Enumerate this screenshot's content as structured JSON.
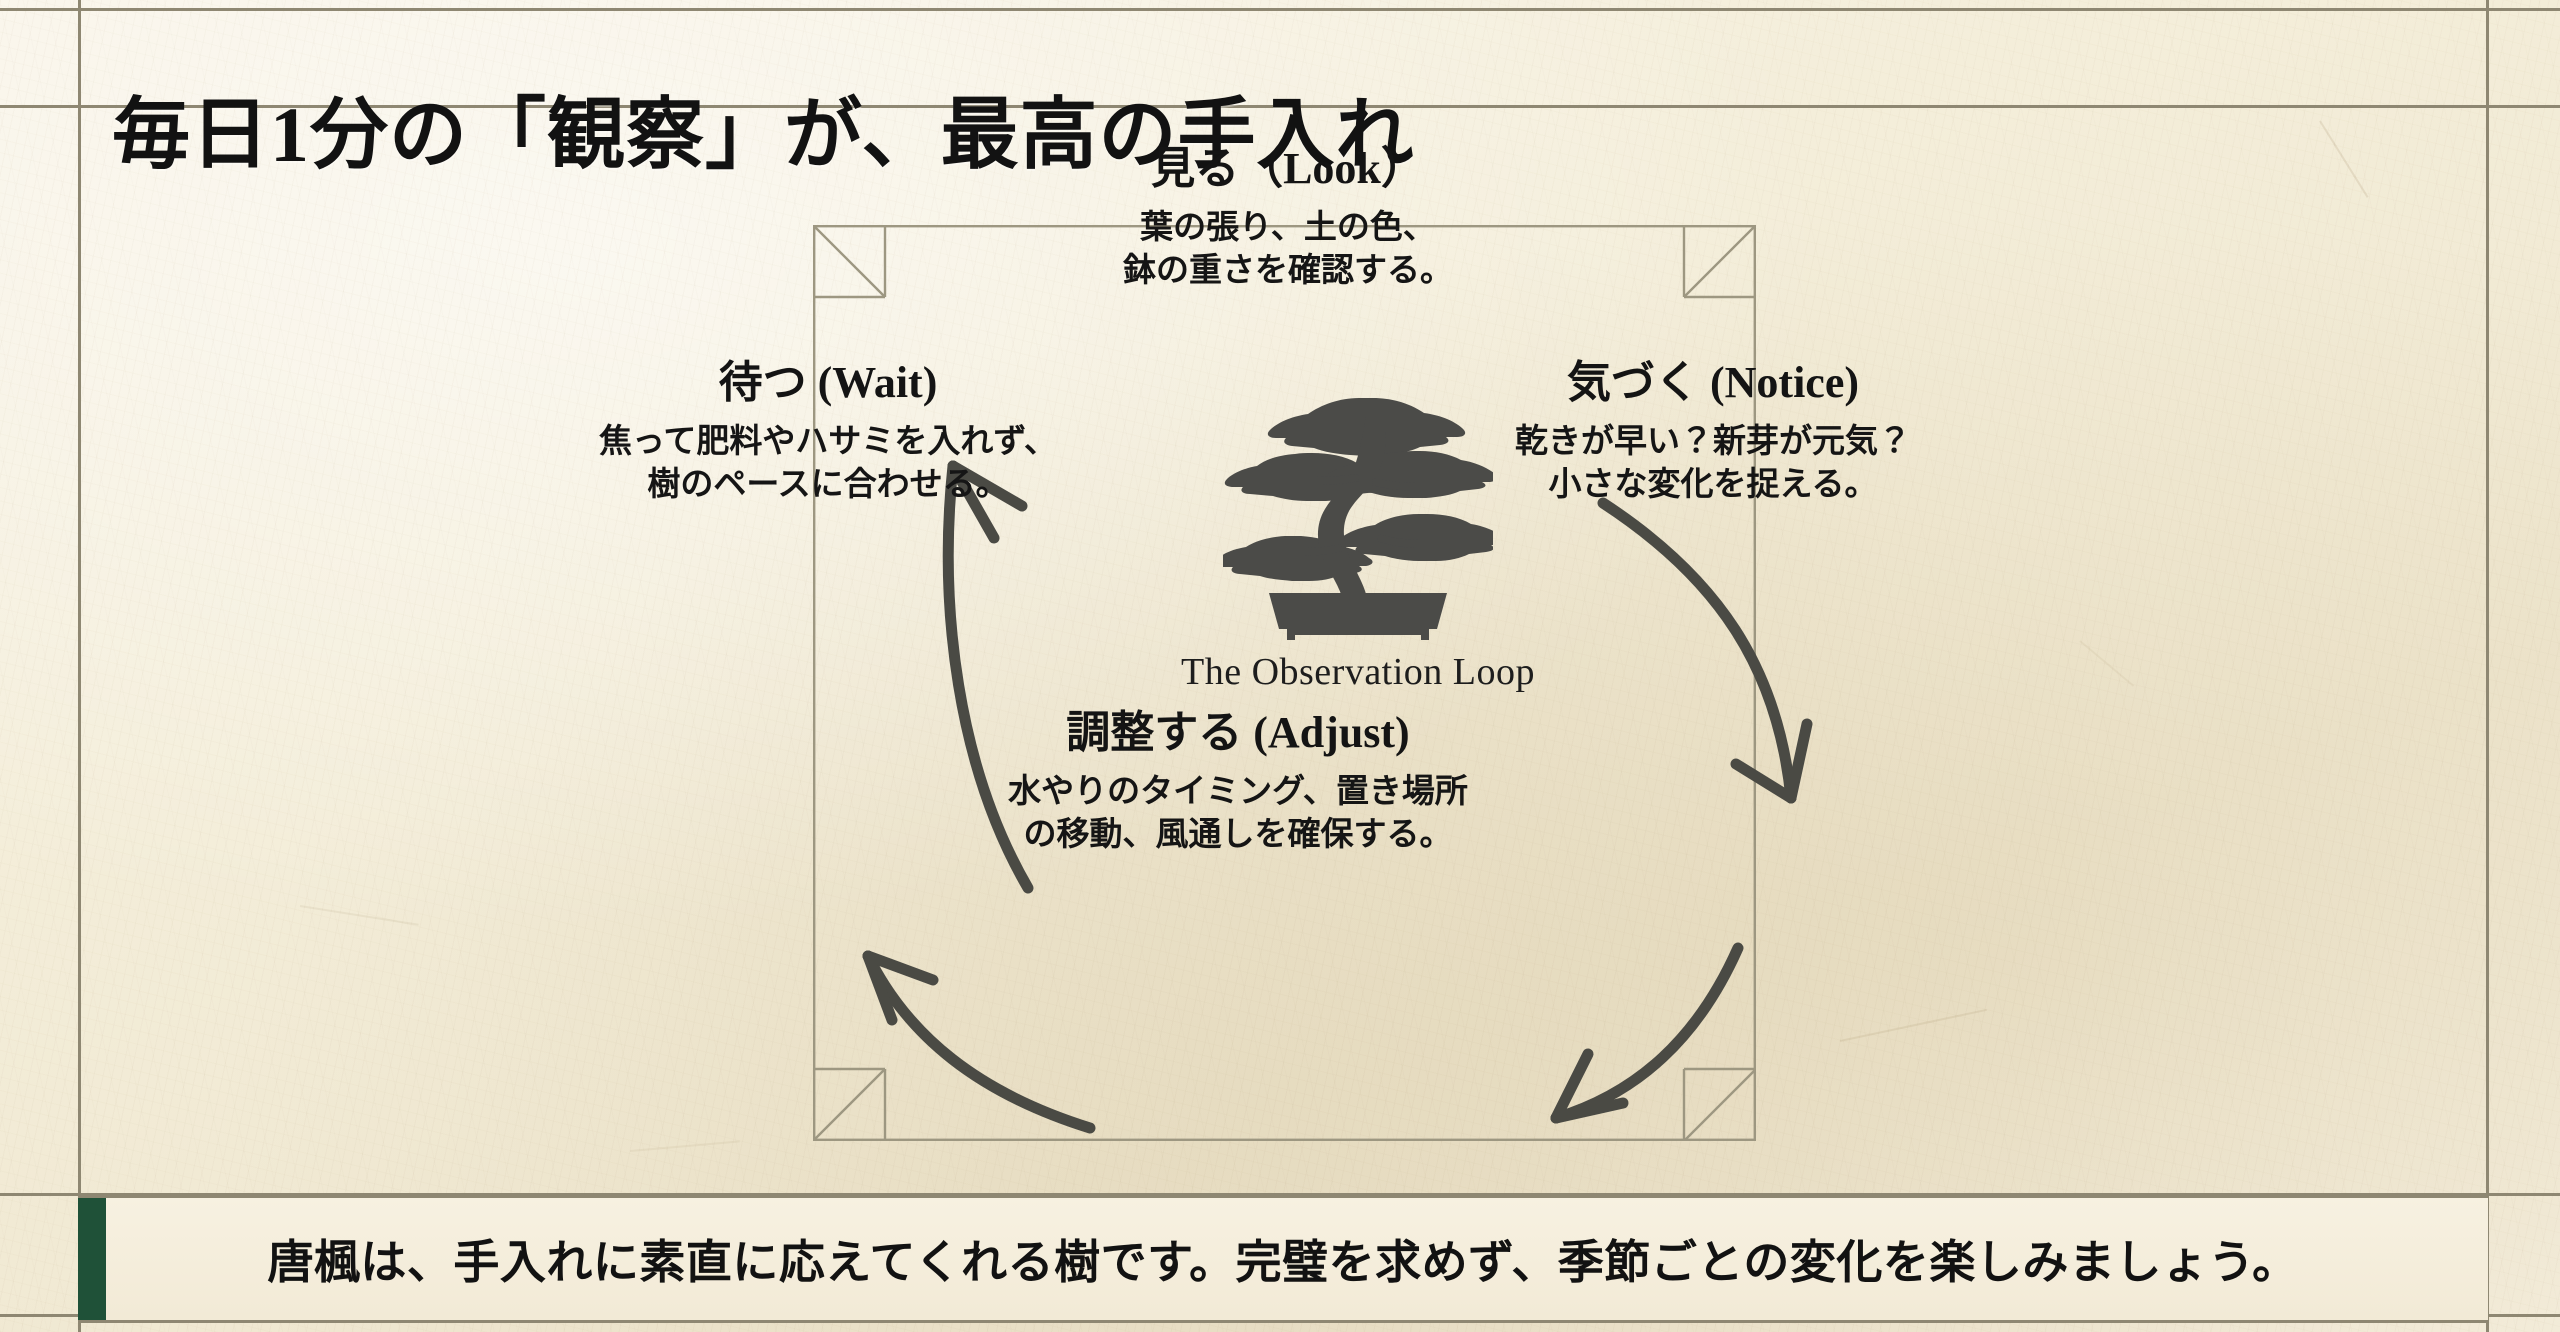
{
  "header": {
    "title": "毎日1分の「観察」が、最高の手入れ"
  },
  "diagram": {
    "center_label": "The Observation Loop",
    "center_icon": "bonsai-tree-silhouette",
    "nodes": [
      {
        "id": "look",
        "title": "見る（Look）",
        "description": "葉の張り、土の色、\n鉢の重さを確認する。"
      },
      {
        "id": "notice",
        "title": "気づく (Notice)",
        "description": "乾きが早い？新芽が元気？\n小さな変化を捉える。"
      },
      {
        "id": "adjust",
        "title": "調整する (Adjust)",
        "description": "水やりのタイミング、置き場所\nの移動、風通しを確保する。"
      },
      {
        "id": "wait",
        "title": "待つ (Wait)",
        "description": "焦って肥料やハサミを入れず、\n樹のペースに合わせる。"
      }
    ]
  },
  "banner": {
    "text": "唐楓は、手入れに素直に応えてくれる樹です。完璧を求めず、季節ごとの変化を楽しみましょう。",
    "accent_color": "#1f5138"
  },
  "colors": {
    "paper": "#f4eeda",
    "ink": "#121212",
    "rule": "#8e8772",
    "guide_line": "#9d9781",
    "arrow": "#4a4a44",
    "accent_green": "#1f5138"
  }
}
